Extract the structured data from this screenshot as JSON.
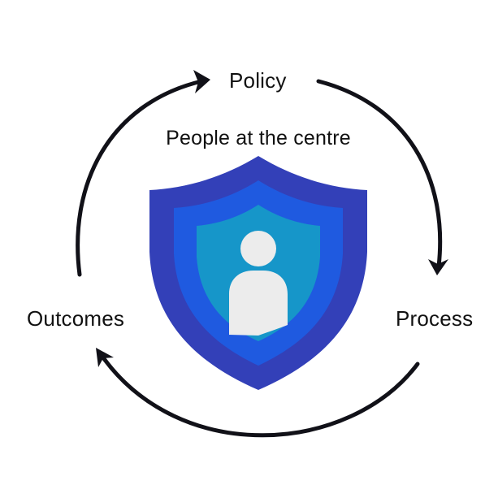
{
  "cycle": {
    "policy_label": "Policy",
    "process_label": "Process",
    "outcomes_label": "Outcomes"
  },
  "center": {
    "caption": "People at the centre",
    "icon": "shield-person-icon"
  },
  "colors": {
    "shield_outer": "#3340b8",
    "shield_middle": "#1f5ae0",
    "shield_inner": "#1696c9",
    "person": "#ececec",
    "arrows": "#111118",
    "text": "#111111"
  }
}
